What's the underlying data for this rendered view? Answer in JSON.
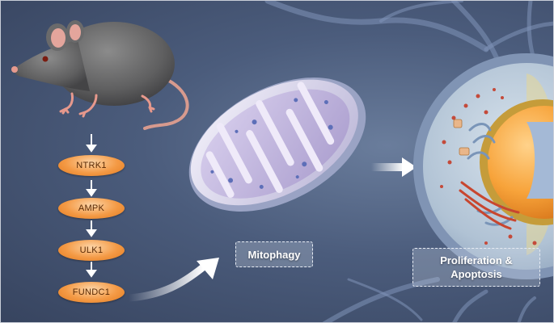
{
  "pathway": {
    "steps": [
      "NTRK1",
      "AMPK",
      "ULK1",
      "FUNDC1"
    ]
  },
  "labels": {
    "mitophagy": "Mitophagy",
    "outcome_line1": "Proliferation &",
    "outcome_line2": "Apoptosis"
  },
  "colors": {
    "background": "#4b5c7c",
    "pill": "#f49a45",
    "mitochondrion": "#c9bde3",
    "nucleus": "#f4a23a",
    "arrow": "#ffffff"
  },
  "icons": [
    "mouse-illustration",
    "mitochondrion-illustration",
    "cell-illustration",
    "arrow-icon"
  ]
}
